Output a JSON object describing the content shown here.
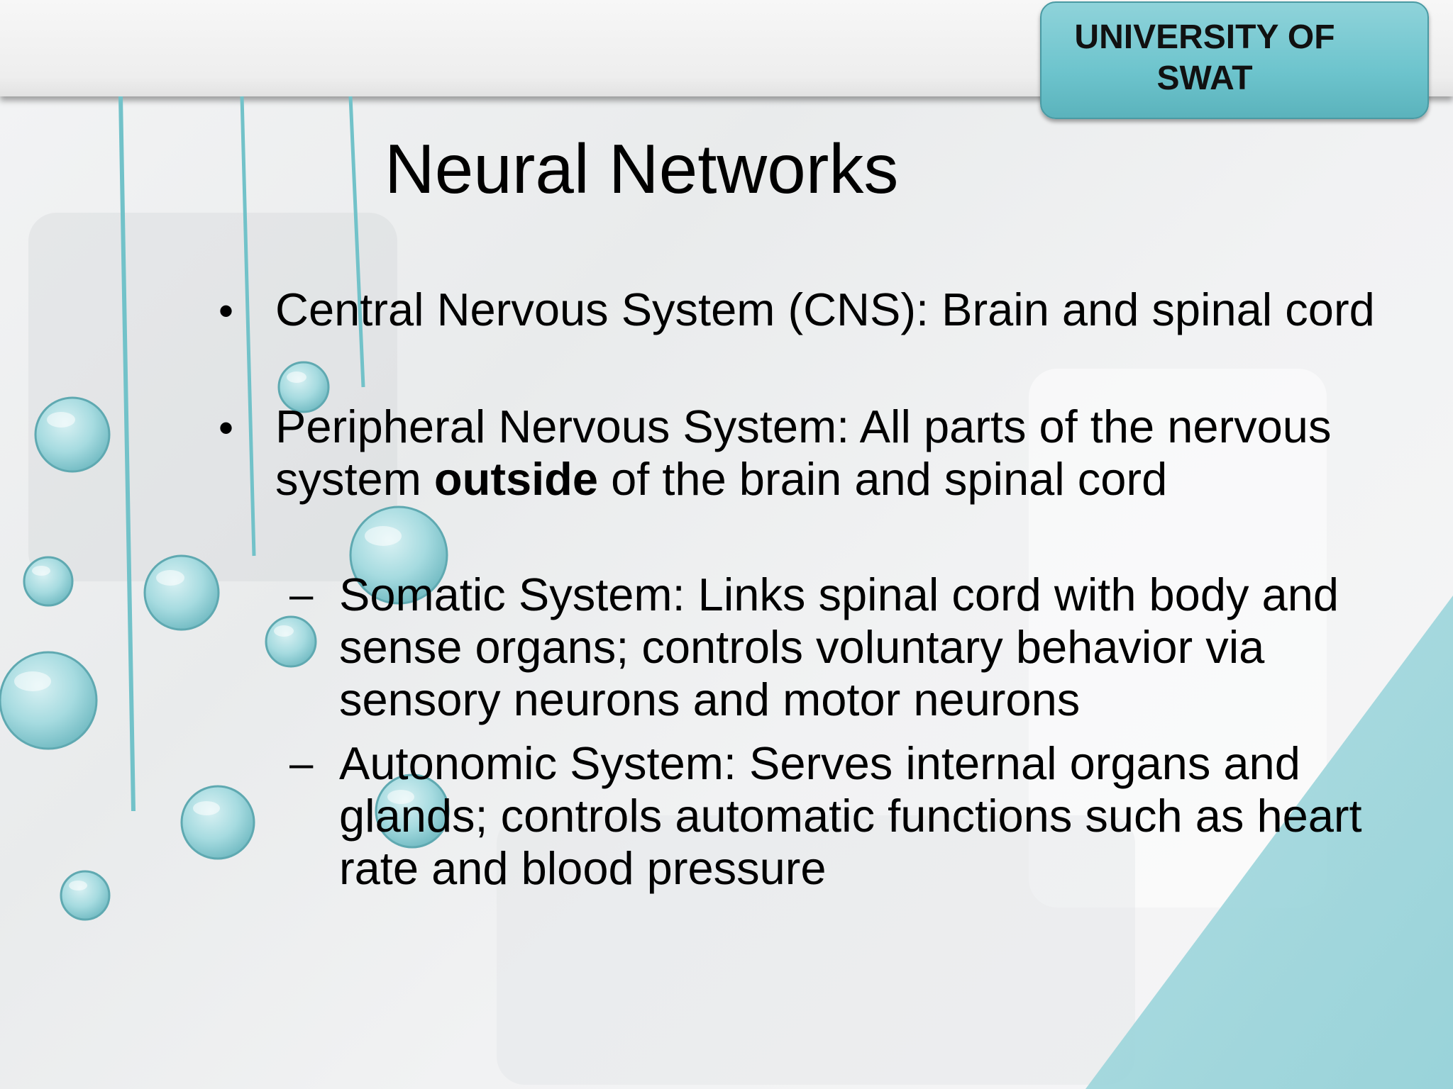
{
  "header": {
    "badge_text": "UNIVERSITY OF\nSWAT"
  },
  "slide": {
    "title": "Neural Networks",
    "bullets": [
      {
        "marker": "•",
        "lines": [
          "Central Nervous System (CNS): Brain and spinal cord"
        ]
      },
      {
        "marker": "•",
        "line1": "Peripheral Nervous System: All parts of the nervous",
        "line2_pre": "system ",
        "line2_bold": "outside",
        "line2_post": " of the brain and spinal cord"
      }
    ],
    "sub_bullets": [
      {
        "marker": "–",
        "lines": [
          "Somatic System: Links spinal cord with body and",
          "sense organs; controls voluntary behavior via",
          "sensory neurons and motor neurons"
        ]
      },
      {
        "marker": "–",
        "lines": [
          "Autonomic System: Serves internal organs and",
          "glands; controls automatic functions such as heart",
          "rate and blood pressure"
        ]
      }
    ]
  },
  "theme": {
    "accent": "#72c2c9",
    "accent_dark": "#4a9aa3",
    "text": "#000000"
  }
}
